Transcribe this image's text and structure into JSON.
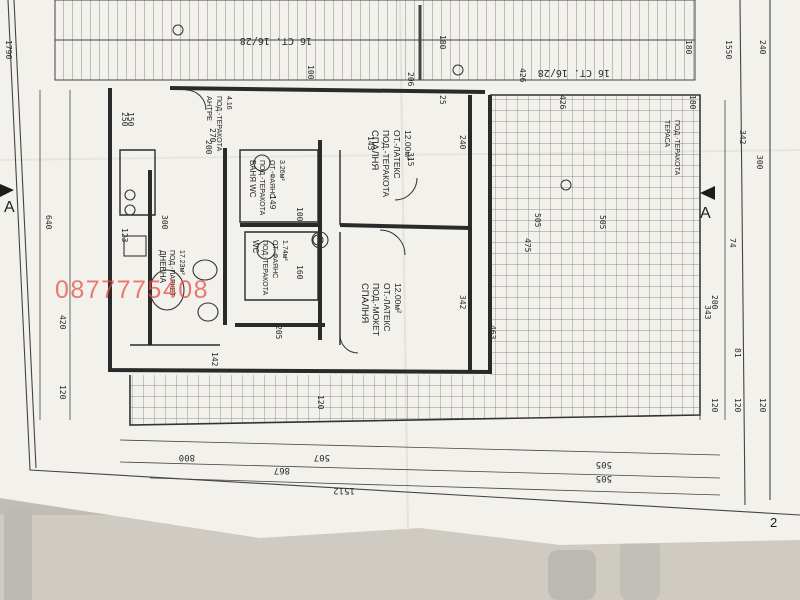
{
  "watermark": "0877775408",
  "sheet_number": "2",
  "section_marker": "A",
  "rooms": {
    "bedroom_top": [
      "СПАЛНЯ",
      "ПОД.-ТЕРАКОТА",
      "ОТ.-ЛАТЕКС",
      "12.00м²"
    ],
    "bedroom_bottom": [
      "СПАЛНЯ",
      "ПОД.-МОКЕТ",
      "ОТ.-ЛАТЕКС",
      "12.00м²"
    ],
    "bath": [
      "БАНЯ WC",
      "ПОД.-ТЕРАКОТА",
      "ОТ.-ФАЯНС",
      "3.26м²"
    ],
    "wc": [
      "WC",
      "ПОД.-ТЕРАКОТА",
      "ОТ.-ФАЯНС",
      "1.74м²"
    ],
    "hall": [
      "АНТРЕ",
      "ПОД.-ТЕРАКОТА",
      "4.16"
    ],
    "living": [
      "ДНЕВНА",
      "ПОД.-ПАРКЕТ",
      "17.23м²"
    ],
    "terrace": [
      "ТЕРАСА",
      "ПОД.-ТЕРАКОТА"
    ]
  },
  "stairs": [
    "16 СТ. 16/28",
    "16 СТ. 16/28"
  ],
  "dimensions": {
    "top": [
      "1790",
      "1550",
      "240",
      "180",
      "180",
      "180",
      "100",
      "426",
      "426",
      "206"
    ],
    "left_side": [
      "640",
      "420",
      "120"
    ],
    "right_side": [
      "120",
      "120",
      "120",
      "200",
      "81",
      "343",
      "300",
      "342",
      "74"
    ],
    "interior": [
      "300",
      "505",
      "475",
      "463",
      "505",
      "342",
      "240",
      "149",
      "160",
      "145",
      "315",
      "25",
      "205",
      "200",
      "120",
      "270",
      "250",
      "100",
      "123",
      "150",
      "142"
    ],
    "bottom_rows": [
      "800",
      "867",
      "507",
      "505",
      "505",
      "1512"
    ]
  }
}
